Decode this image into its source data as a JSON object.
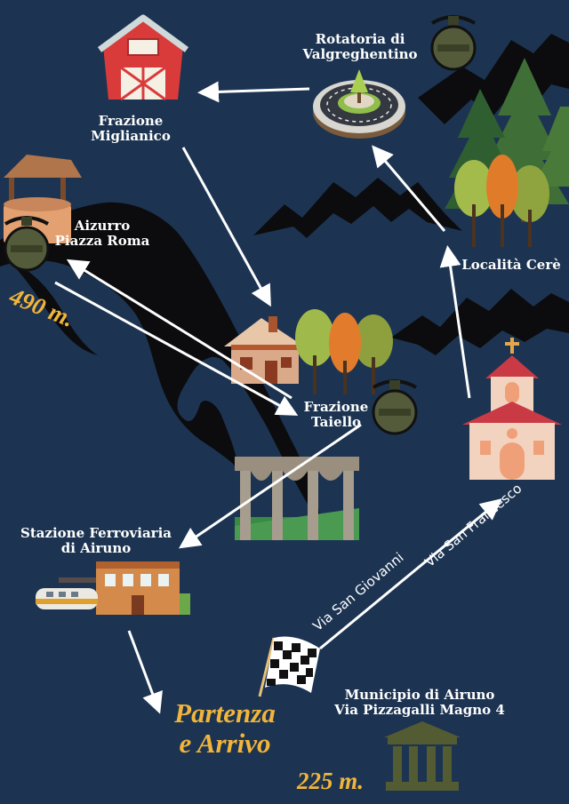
{
  "map": {
    "locations": {
      "rotatoria": "Rotatoria di\nValgreghentino",
      "miglianico": "Frazione\nMiglianico",
      "aizurro": "Aizurro\nPiazza Roma",
      "cere": "Località Cerè",
      "taiello": "Frazione\nTaiello",
      "stazione": "Stazione Ferroviaria\ndi Airuno",
      "municipio": "Municipio di Airuno\nVia Pizzagalli Magno 4"
    },
    "start": "Partenza\ne Arrivo",
    "altitudes": {
      "high": "490 m.",
      "low": "225 m."
    },
    "streets": {
      "giovanni": "Via San Giovanni",
      "francesco": "Via San Francesco"
    }
  },
  "colors": {
    "background": "#1c3452",
    "mountains": "#0d0d0f",
    "arrows": "#ffffff",
    "accent_text": "#f2b53a",
    "canteen": "#545b3a",
    "municipio": "#535b33"
  },
  "icons": {
    "barn": "barn-icon",
    "roundabout": "roundabout-icon",
    "well": "well-icon",
    "house": "house-icon",
    "aqueduct": "aqueduct-icon",
    "church": "church-icon",
    "station": "train-station-icon",
    "flag": "checkered-flag-icon",
    "temple": "town-hall-icon",
    "canteen": "canteen-icon",
    "trees": "trees-icon"
  }
}
